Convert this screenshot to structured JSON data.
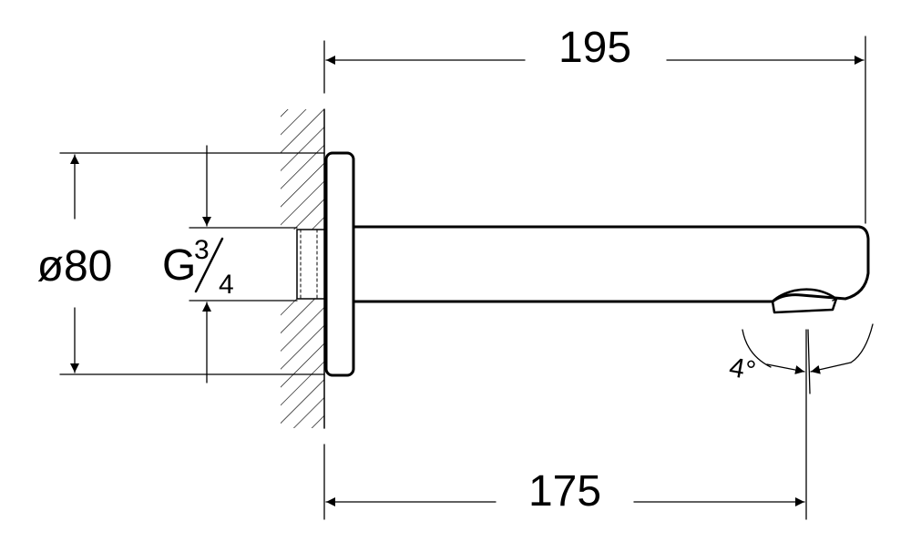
{
  "dimensions": {
    "overall_length": "195",
    "projection": "175",
    "flange_diameter": "ø80",
    "thread": "G",
    "thread_num": "3",
    "thread_den": "4",
    "spout_angle": "4°"
  }
}
